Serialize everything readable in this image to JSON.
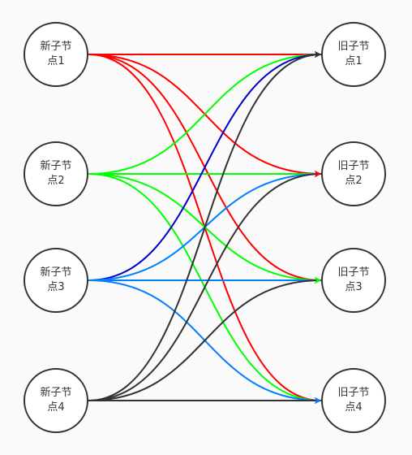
{
  "left_nodes": [
    {
      "id": "n1",
      "line1": "新子节",
      "line2": "点1"
    },
    {
      "id": "n2",
      "line1": "新子节",
      "line2": "点2"
    },
    {
      "id": "n3",
      "line1": "新子节",
      "line2": "点3"
    },
    {
      "id": "n4",
      "line1": "新子节",
      "line2": "点4"
    }
  ],
  "right_nodes": [
    {
      "id": "o1",
      "line1": "旧子节",
      "line2": "点1"
    },
    {
      "id": "o2",
      "line1": "旧子节",
      "line2": "点2"
    },
    {
      "id": "o3",
      "line1": "旧子节",
      "line2": "点3"
    },
    {
      "id": "o4",
      "line1": "旧子节",
      "line2": "点4"
    }
  ],
  "edges": [
    {
      "from": "n1",
      "to": "o1",
      "color": "#ff0000"
    },
    {
      "from": "n1",
      "to": "o2",
      "color": "#ff0000"
    },
    {
      "from": "n1",
      "to": "o3",
      "color": "#ff0000"
    },
    {
      "from": "n1",
      "to": "o4",
      "color": "#ff0000"
    },
    {
      "from": "n2",
      "to": "o1",
      "color": "#00ff00"
    },
    {
      "from": "n2",
      "to": "o2",
      "color": "#00ff00"
    },
    {
      "from": "n2",
      "to": "o3",
      "color": "#00ff00"
    },
    {
      "from": "n2",
      "to": "o4",
      "color": "#00ff00"
    },
    {
      "from": "n3",
      "to": "o1",
      "color": "#0000cc"
    },
    {
      "from": "n3",
      "to": "o2",
      "color": "#007fff"
    },
    {
      "from": "n3",
      "to": "o3",
      "color": "#007fff"
    },
    {
      "from": "n3",
      "to": "o4",
      "color": "#007fff"
    },
    {
      "from": "n4",
      "to": "o1",
      "color": "#333333"
    },
    {
      "from": "n4",
      "to": "o2",
      "color": "#333333"
    },
    {
      "from": "n4",
      "to": "o3",
      "color": "#333333"
    },
    {
      "from": "n4",
      "to": "o4",
      "color": "#333333"
    }
  ],
  "arrow_colors": {
    "o1": "#333333",
    "o2": "#ff0000",
    "o3": "#00ff00",
    "o4": "#007fff"
  }
}
